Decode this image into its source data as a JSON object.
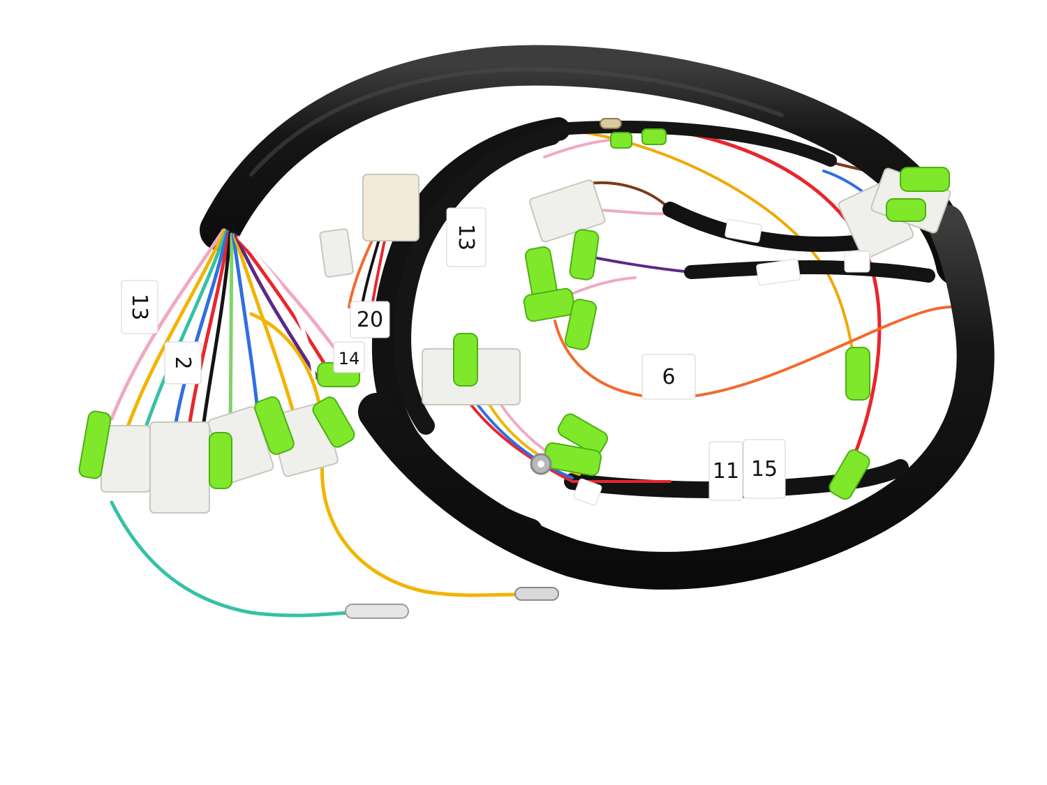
{
  "image": {
    "subject": "wiring-harness",
    "background": "#ffffff"
  },
  "colors": {
    "sheath": "#141414",
    "sheath_highlight": "#3a3a3a",
    "connector_green": "#7fe82a",
    "connector_white": "#efefeb",
    "wire_red": "#e8262d",
    "wire_orange": "#f26a2e",
    "wire_yellow": "#f2b400",
    "wire_teal": "#34c1a6",
    "wire_pink": "#f0a9c3",
    "wire_blue": "#2f6fe0",
    "wire_brown": "#7a3b1a",
    "wire_purple": "#5a2a86",
    "tag_white": "#ffffff"
  },
  "labels": [
    {
      "id": "tag-13-left",
      "text": "13"
    },
    {
      "id": "tag-2",
      "text": "2"
    },
    {
      "id": "tag-13-top",
      "text": "13"
    },
    {
      "id": "tag-20",
      "text": "20"
    },
    {
      "id": "tag-14",
      "text": "14"
    },
    {
      "id": "tag-6",
      "text": "6"
    },
    {
      "id": "tag-11",
      "text": "11"
    },
    {
      "id": "tag-15",
      "text": "15"
    }
  ]
}
